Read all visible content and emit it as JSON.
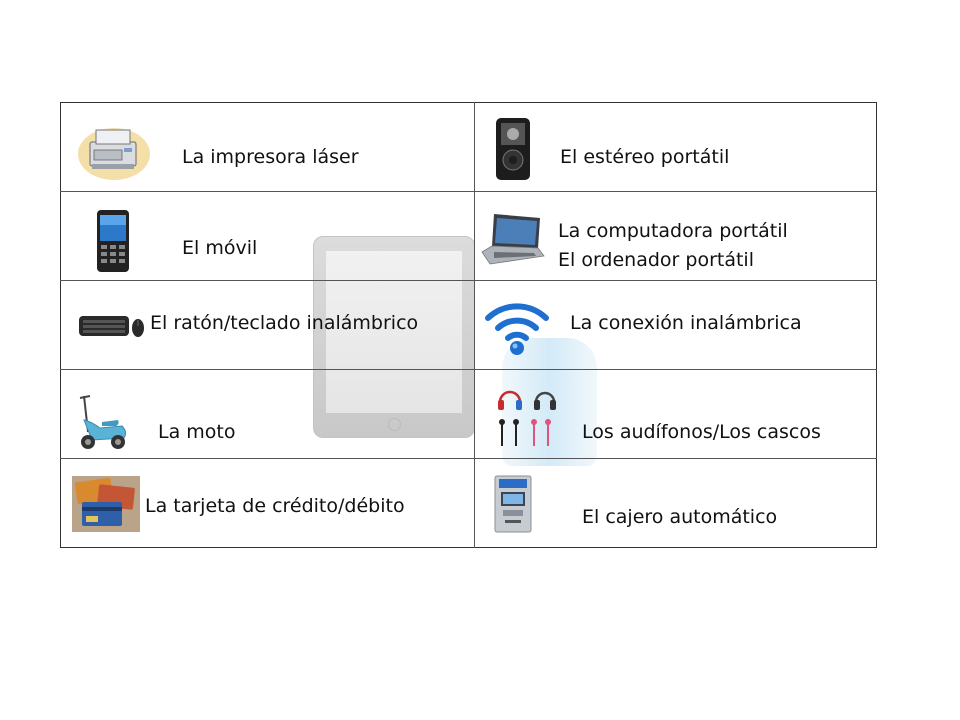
{
  "items": [
    {
      "label": "La impresora láser",
      "icon": "laser-printer-icon"
    },
    {
      "label": "El estéreo portátil",
      "icon": "portable-stereo-icon"
    },
    {
      "label": "El móvil",
      "icon": "mobile-phone-icon"
    },
    {
      "label_line1": "La computadora portátil",
      "label_line2": "El ordenador portátil",
      "icon": "laptop-icon"
    },
    {
      "label": "El ratón/teclado inalámbrico",
      "icon": "wireless-keyboard-mouse-icon"
    },
    {
      "label": "La conexión inalámbrica",
      "icon": "wifi-icon"
    },
    {
      "label": "La moto",
      "icon": "scooter-icon"
    },
    {
      "label": "Los audífonos/Los cascos",
      "icon": "headphones-icon"
    },
    {
      "label": "La tarjeta de crédito/débito",
      "icon": "credit-card-icon"
    },
    {
      "label": "El cajero automático",
      "icon": "atm-icon"
    }
  ],
  "colors": {
    "border": "#333333",
    "wifi": "#1f6fd1",
    "scooter": "#5ab3d6"
  }
}
